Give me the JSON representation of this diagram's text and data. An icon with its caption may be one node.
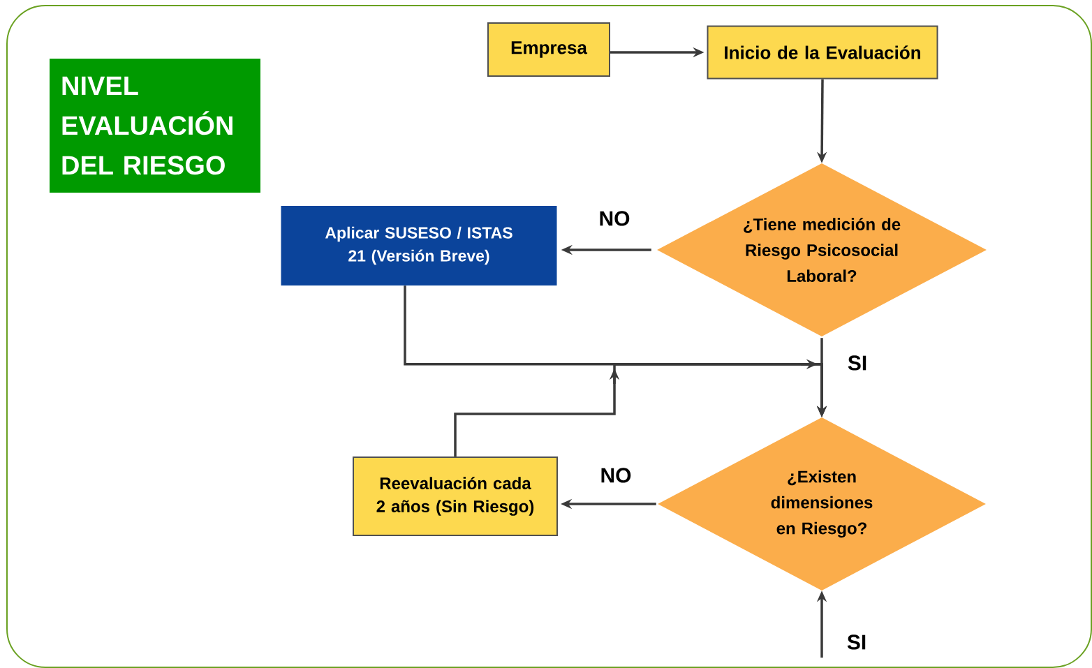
{
  "diagram": {
    "nodes": [
      {
        "text": [
          "NIVEL EVALUACIÓN DEL RIESGO"
        ]
      },
      {
        "text": [
          "Empresa"
        ]
      },
      {
        "text": [
          "Inicio de la Evaluación"
        ]
      },
      {
        "text": [
          "¿Tiene medición de Riesgo Psicosocial Laboral?"
        ]
      },
      {
        "text": [
          "Aplicar SUSESO / ISTAS 21 (Versión Breve)"
        ]
      },
      {
        "text": [
          "¿Existen dimensiones en Riesgo?"
        ]
      },
      {
        "text": [
          "Reevaluación cada 2 años (Sin Riesgo)"
        ]
      }
    ],
    "edges": [
      {
        "from": 1,
        "to": 2,
        "arrow": "to"
      },
      {
        "from": 2,
        "to": 3,
        "arrow": "to"
      },
      {
        "from": 3,
        "to": 4,
        "arrow": "to",
        "label": "NO"
      },
      {
        "from": 3,
        "to": 5,
        "arrow": "to",
        "label": "SI"
      },
      {
        "from": 4,
        "to": 5,
        "arrow": "to"
      },
      {
        "from": 6,
        "to": 5,
        "arrow": "to"
      },
      {
        "from": 5,
        "to": 6,
        "arrow": "to",
        "label": "NO"
      },
      {
        "from": null,
        "to": 5,
        "arrow": "to",
        "label": "SI"
      }
    ]
  }
}
